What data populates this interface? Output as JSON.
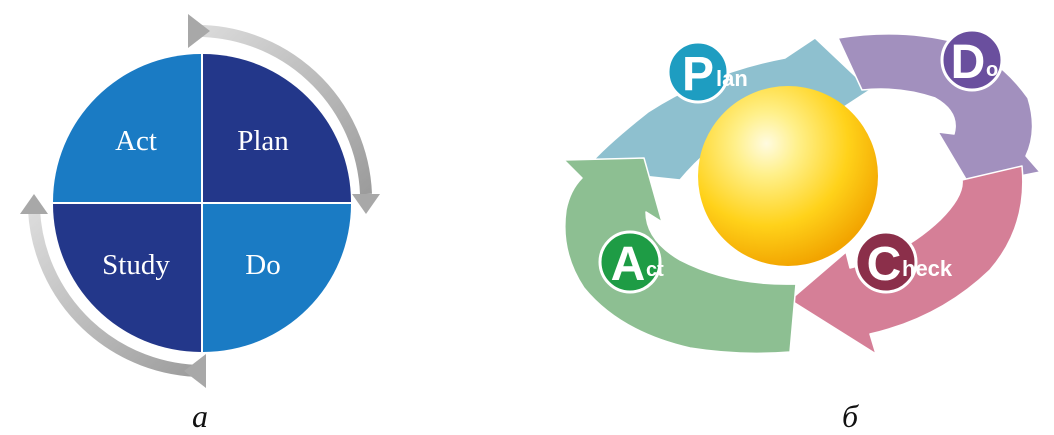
{
  "figure_a": {
    "quadrants": [
      {
        "id": "act",
        "label": "Act",
        "color": "#1a7bc4"
      },
      {
        "id": "plan",
        "label": "Plan",
        "color": "#23378a"
      },
      {
        "id": "study",
        "label": "Study",
        "color": "#23378a"
      },
      {
        "id": "do",
        "label": "Do",
        "color": "#1a7bc4"
      }
    ],
    "arrow_color": "#b4b4b4"
  },
  "figure_b": {
    "segments": [
      {
        "id": "plan",
        "big_letter": "P",
        "rest": "lan",
        "arrow_color": "#8ec0cf",
        "badge_color": "#1e9dc1"
      },
      {
        "id": "do",
        "big_letter": "D",
        "rest": "o",
        "arrow_color": "#a290be",
        "badge_color": "#6a4f9e"
      },
      {
        "id": "check",
        "big_letter": "C",
        "rest": "heck",
        "arrow_color": "#d57f97",
        "badge_color": "#8b2f4a"
      },
      {
        "id": "act",
        "big_letter": "A",
        "rest": "ct",
        "arrow_color": "#8dbf92",
        "badge_color": "#1e9c45"
      }
    ],
    "sphere_color": "#ffd21a"
  },
  "captions": {
    "a": "а",
    "b": "б"
  }
}
